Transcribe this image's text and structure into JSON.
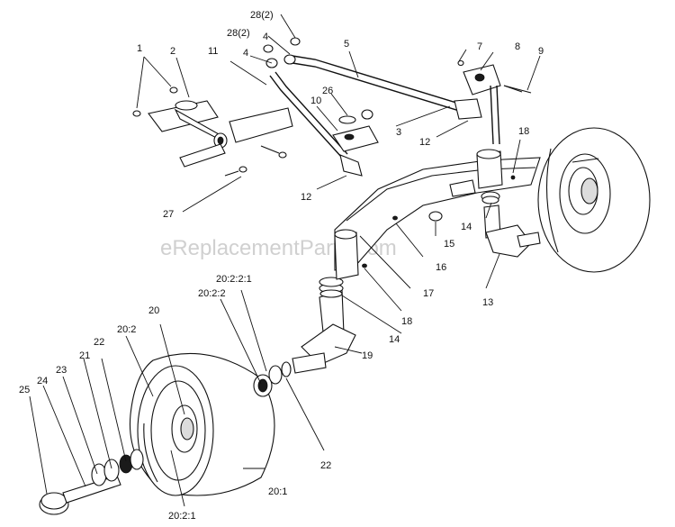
{
  "watermark": "eReplacementParts.com",
  "callouts": [
    {
      "id": "c1",
      "text": "1"
    },
    {
      "id": "c2",
      "text": "2"
    },
    {
      "id": "c3",
      "text": "3"
    },
    {
      "id": "c4a",
      "text": "4"
    },
    {
      "id": "c4b",
      "text": "4"
    },
    {
      "id": "c5",
      "text": "5"
    },
    {
      "id": "c7",
      "text": "7"
    },
    {
      "id": "c8",
      "text": "8"
    },
    {
      "id": "c9",
      "text": "9"
    },
    {
      "id": "c10",
      "text": "10"
    },
    {
      "id": "c11",
      "text": "11"
    },
    {
      "id": "c12a",
      "text": "12"
    },
    {
      "id": "c12b",
      "text": "12"
    },
    {
      "id": "c13",
      "text": "13"
    },
    {
      "id": "c14a",
      "text": "14"
    },
    {
      "id": "c14b",
      "text": "14"
    },
    {
      "id": "c15",
      "text": "15"
    },
    {
      "id": "c16",
      "text": "16"
    },
    {
      "id": "c17",
      "text": "17"
    },
    {
      "id": "c18a",
      "text": "18"
    },
    {
      "id": "c18b",
      "text": "18"
    },
    {
      "id": "c19",
      "text": "19"
    },
    {
      "id": "c20",
      "text": "20"
    },
    {
      "id": "c20_1",
      "text": "20:1"
    },
    {
      "id": "c20_2",
      "text": "20:2"
    },
    {
      "id": "c20_2_1",
      "text": "20:2:1"
    },
    {
      "id": "c20_2_2",
      "text": "20:2:2"
    },
    {
      "id": "c20_2_2_1",
      "text": "20:2:2:1"
    },
    {
      "id": "c21",
      "text": "21"
    },
    {
      "id": "c22a",
      "text": "22"
    },
    {
      "id": "c22b",
      "text": "22"
    },
    {
      "id": "c23",
      "text": "23"
    },
    {
      "id": "c24",
      "text": "24"
    },
    {
      "id": "c25",
      "text": "25"
    },
    {
      "id": "c26",
      "text": "26"
    },
    {
      "id": "c27",
      "text": "27"
    },
    {
      "id": "c28a",
      "text": "28(2)"
    },
    {
      "id": "c28b",
      "text": "28(2)"
    }
  ]
}
